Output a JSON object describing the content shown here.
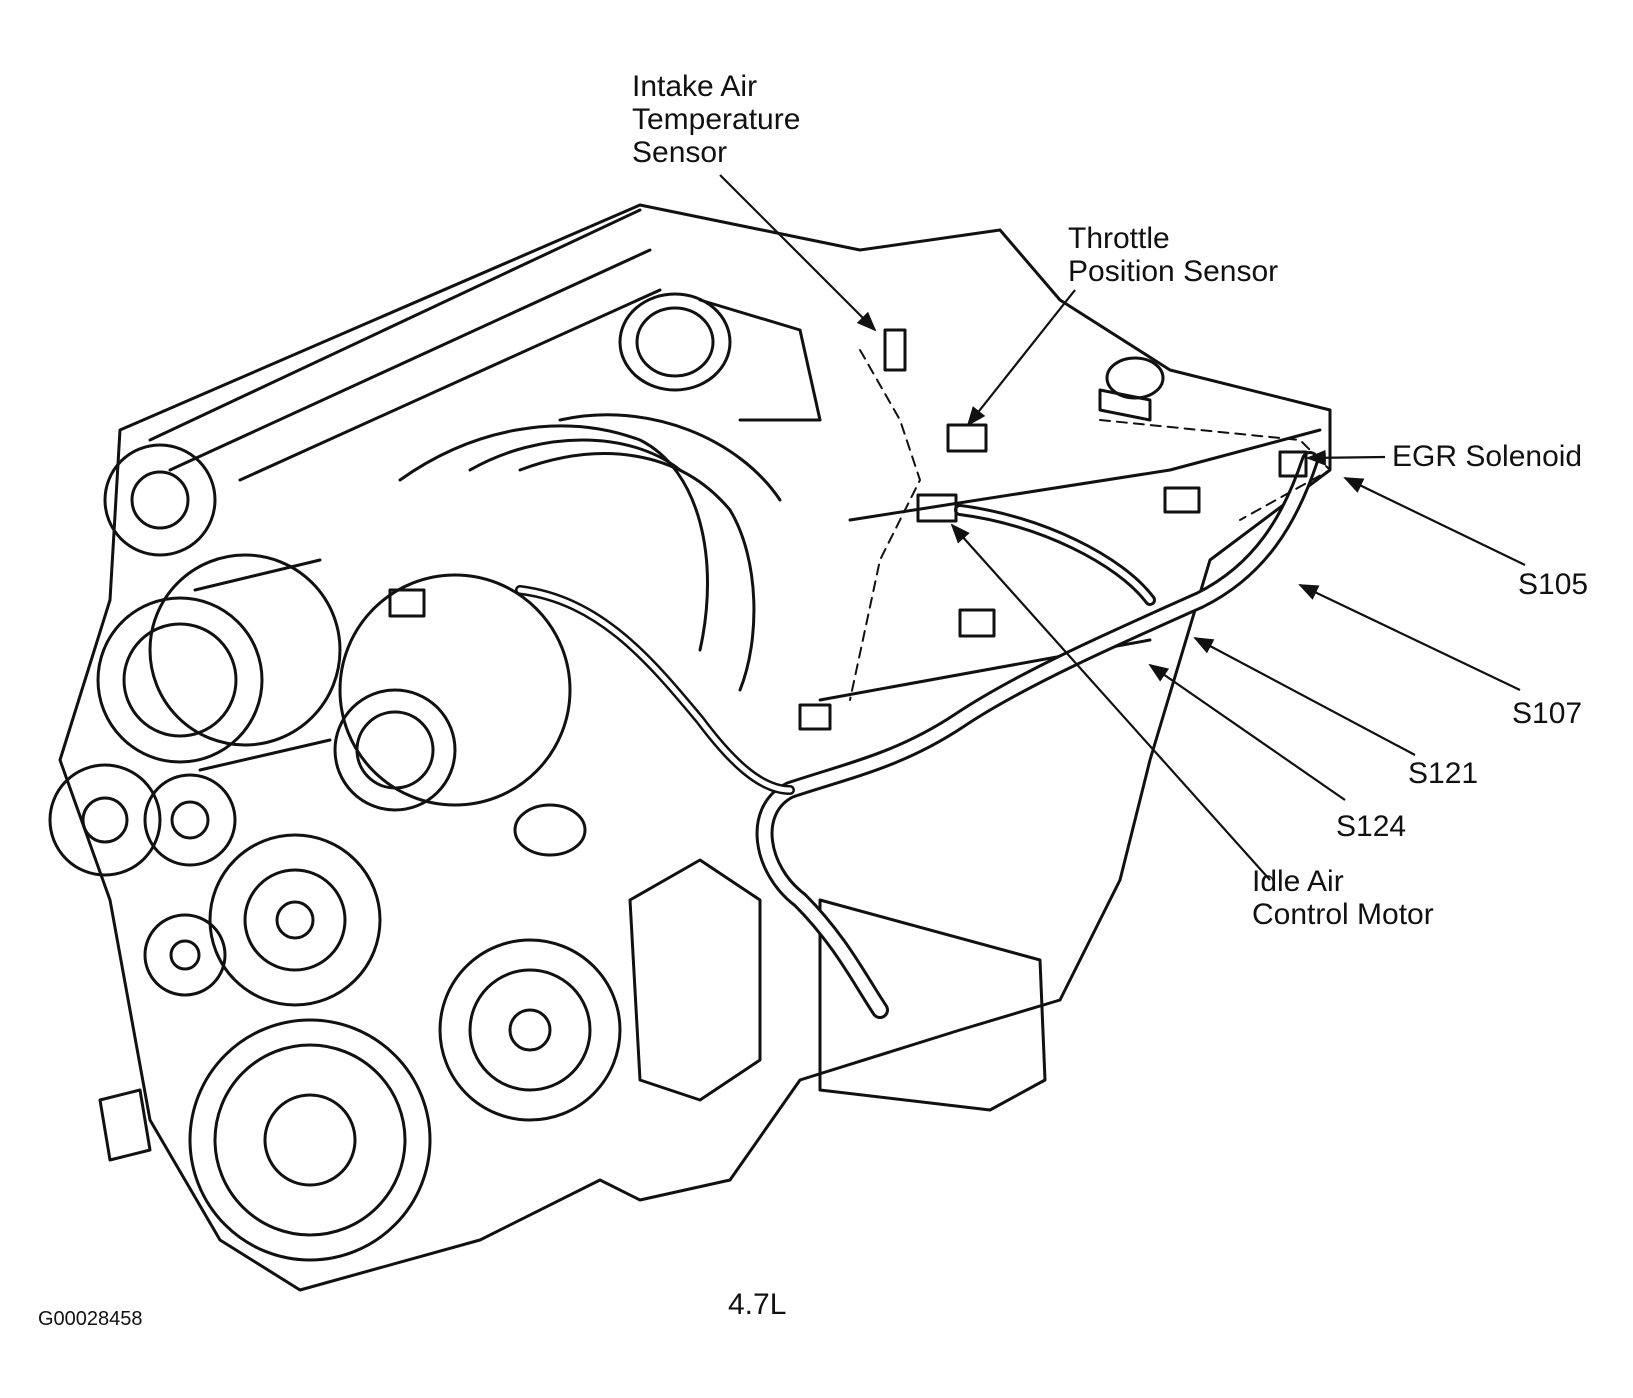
{
  "diagram": {
    "engine_label": "4.7L",
    "figure_id": "G00028458",
    "callouts": {
      "iat": [
        "Intake Air",
        "Temperature",
        "Sensor"
      ],
      "tps": [
        "Throttle",
        "Position Sensor"
      ],
      "egr": "EGR Solenoid",
      "s105": "S105",
      "s107": "S107",
      "s121": "S121",
      "s124": "S124",
      "iac": [
        "Idle Air",
        "Control Motor"
      ]
    }
  }
}
